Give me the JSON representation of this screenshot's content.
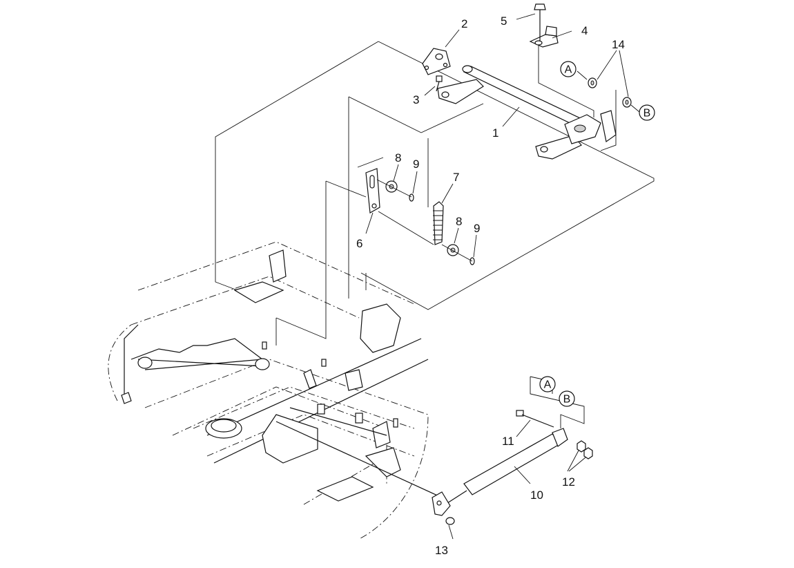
{
  "callouts": {
    "n1": "1",
    "n2": "2",
    "n3": "3",
    "n4": "4",
    "n5": "5",
    "n6": "6",
    "n7": "7",
    "n8a": "8",
    "n8b": "8",
    "n9a": "9",
    "n9b": "9",
    "n10": "10",
    "n11": "11",
    "n12": "12",
    "n13": "13",
    "n14": "14"
  },
  "markers": {
    "a_upper": "A",
    "b_upper": "B",
    "a_lower": "A",
    "b_lower": "B"
  },
  "colors": {
    "line": "#111111",
    "background": "#ffffff",
    "shade": "#cfcfcf"
  }
}
